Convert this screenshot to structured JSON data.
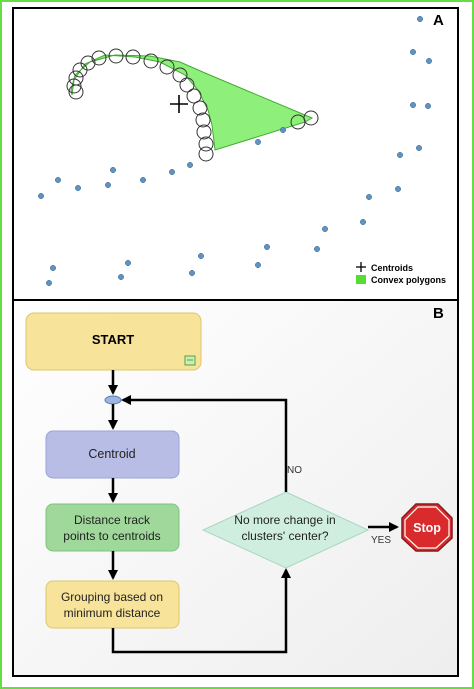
{
  "panel_a": {
    "label": "A",
    "legend": {
      "centroids_label": "Centroids",
      "convex_label": "Convex polygons"
    },
    "colors": {
      "polygon": "#8ef07a",
      "point": "#5f93c2",
      "frame": "#66dd44"
    }
  },
  "panel_b": {
    "label": "B",
    "start_label": "START",
    "centroid_label": "Centroid",
    "distance_label_1": "Distance track",
    "distance_label_2": "points to centroids",
    "grouping_label_1": "Grouping based on",
    "grouping_label_2": "minimum distance",
    "decision_label_1": "No more change in",
    "decision_label_2": "clusters' center?",
    "no_label": "NO",
    "yes_label": "YES",
    "stop_label": "Stop",
    "colors": {
      "start": "#f7e49a",
      "centroid": "#b8bde6",
      "distance": "#9fd89a",
      "grouping": "#f7e49a",
      "decision": "#cfeee0",
      "stop": "#d92b2b"
    }
  }
}
